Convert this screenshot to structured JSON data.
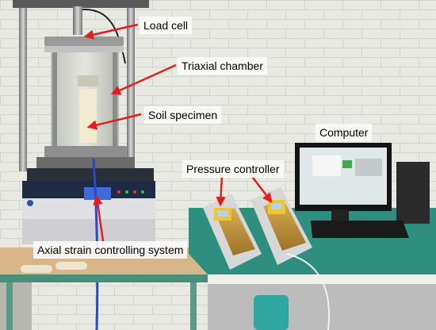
{
  "labels": {
    "load_cell": "Load cell",
    "triaxial_chamber": "Triaxial chamber",
    "soil_specimen": "Soil specimen",
    "computer": "Computer",
    "pressure_controller": "Pressure controller",
    "axial_strain": "Axial strain controlling system"
  },
  "colors": {
    "arrow": "#e0201c",
    "label_background": "#f8f8f8",
    "label_text": "#000000",
    "wall": "#e9e9e3",
    "bench_green": "#2e8f7e",
    "table_top": "#c9a87e"
  }
}
